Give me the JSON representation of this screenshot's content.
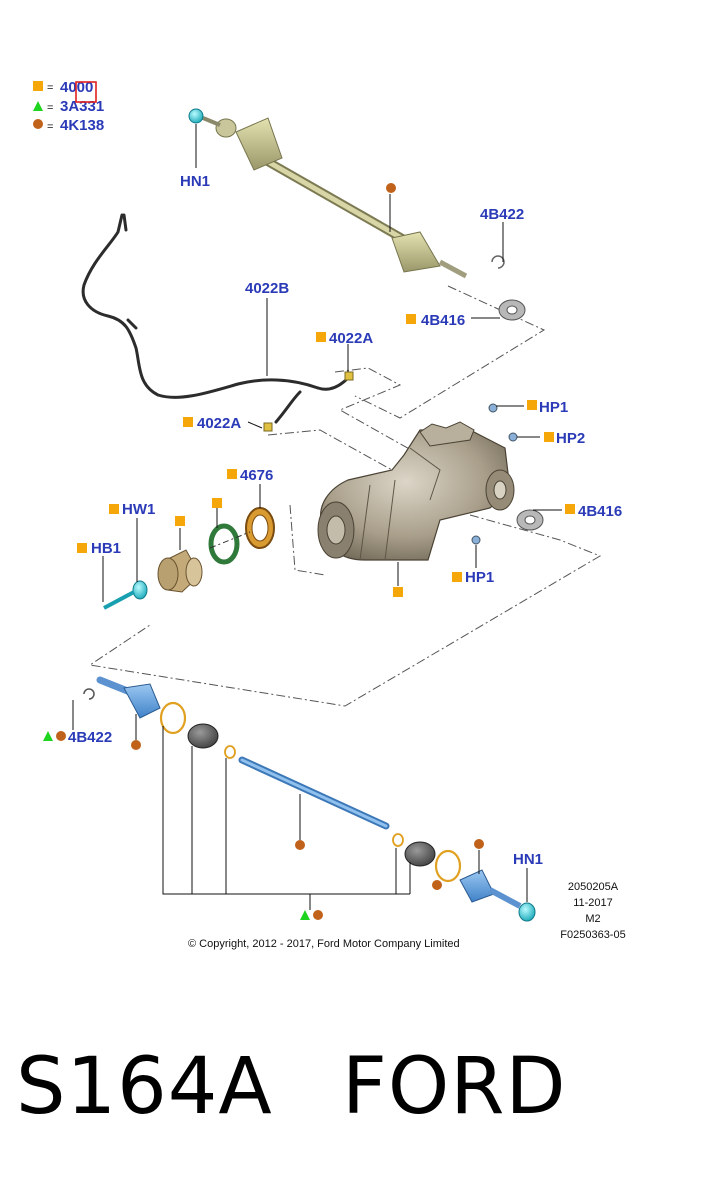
{
  "legend": [
    {
      "marker": "square",
      "color": "#f5a70a",
      "text": "4000"
    },
    {
      "marker": "triangle",
      "color": "#1fd41f",
      "text": "3A331"
    },
    {
      "marker": "circle",
      "color": "#c0621a",
      "text": "4K138"
    }
  ],
  "labels": {
    "hn1_top": "HN1",
    "b422_top": "4B422",
    "b416_top": "4B416",
    "l4022b": "4022B",
    "l4022a_right": "4022A",
    "l4022a_left": "4022A",
    "hp1_top": "HP1",
    "hp2": "HP2",
    "l4676": "4676",
    "hw1": "HW1",
    "hb1": "HB1",
    "b416_right": "4B416",
    "hp1_bottom": "HP1",
    "b422_bottom": "4B422",
    "hn1_bottom": "HN1"
  },
  "info_block": [
    "2050205A",
    "11-2017",
    "M2",
    "F0250363-05"
  ],
  "copyright": "© Copyright, 2012 - 2017, Ford Motor Company Limited",
  "caption": {
    "model": "S164A",
    "brand": "FORD"
  },
  "colors": {
    "label": "#2b3bb8",
    "square": "#f5a70a",
    "triangle": "#1fd41f",
    "circle": "#c0621a",
    "highlight": "#e02020"
  }
}
